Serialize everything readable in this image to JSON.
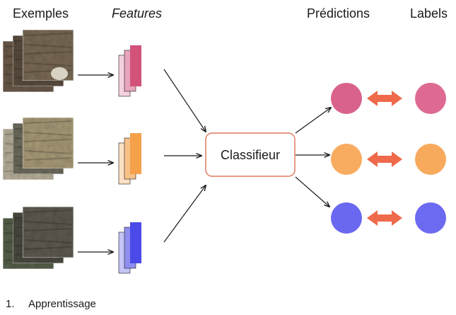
{
  "headers": {
    "examples": "Exemples",
    "features": "Features",
    "predictions": "Prédictions",
    "labels": "Labels"
  },
  "classifier": {
    "label": "Classifieur",
    "border_color": "#e07a5f"
  },
  "rows": [
    {
      "name": "pink",
      "feature_color": "#d2527a",
      "feature_light": "#e8a4bd",
      "feature_lighter": "#f3d0dd",
      "prediction_color": "#d9628c",
      "label_color": "#de6a93",
      "patch_colors": [
        "#6b5a4a",
        "#5a4c3e",
        "#7a6a55"
      ]
    },
    {
      "name": "orange",
      "feature_color": "#f5a14a",
      "feature_light": "#f8c188",
      "feature_lighter": "#fbe0c3",
      "prediction_color": "#f8ac60",
      "label_color": "#f8aa5c",
      "patch_colors": [
        "#b8b09a",
        "#6e6c5e",
        "#a89a78"
      ]
    },
    {
      "name": "blue",
      "feature_color": "#4a4ae8",
      "feature_light": "#8f8ff0",
      "feature_lighter": "#c4c4f7",
      "prediction_color": "#6a68f0",
      "label_color": "#6c6af0",
      "patch_colors": [
        "#56604a",
        "#4a4a40",
        "#5e5a50"
      ]
    }
  ],
  "arrow_colors": {
    "double": "#ee6a4a",
    "line": "#1a1a1a"
  },
  "footer": {
    "number": "1.",
    "text": "Apprentissage"
  }
}
